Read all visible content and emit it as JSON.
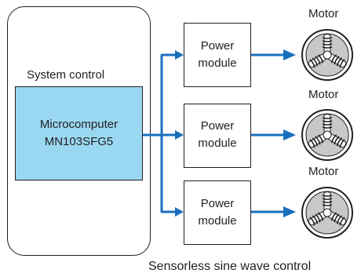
{
  "system_control": {
    "label": "System control"
  },
  "microcomputer": {
    "line1": "Microcomputer",
    "line2": "MN103SFG5",
    "fill": "#9ad8f2"
  },
  "power_modules": [
    {
      "line1": "Power",
      "line2": "module"
    },
    {
      "line1": "Power",
      "line2": "module"
    },
    {
      "line1": "Power",
      "line2": "module"
    }
  ],
  "motors": [
    {
      "label": "Motor",
      "icon": "motor-icon"
    },
    {
      "label": "Motor",
      "icon": "motor-icon"
    },
    {
      "label": "Motor",
      "icon": "motor-icon"
    }
  ],
  "caption": "Sensorless sine wave control",
  "colors": {
    "arrow": "#1a6fbd",
    "outline": "#231f20",
    "motor_fill": "#c8c8c8"
  }
}
